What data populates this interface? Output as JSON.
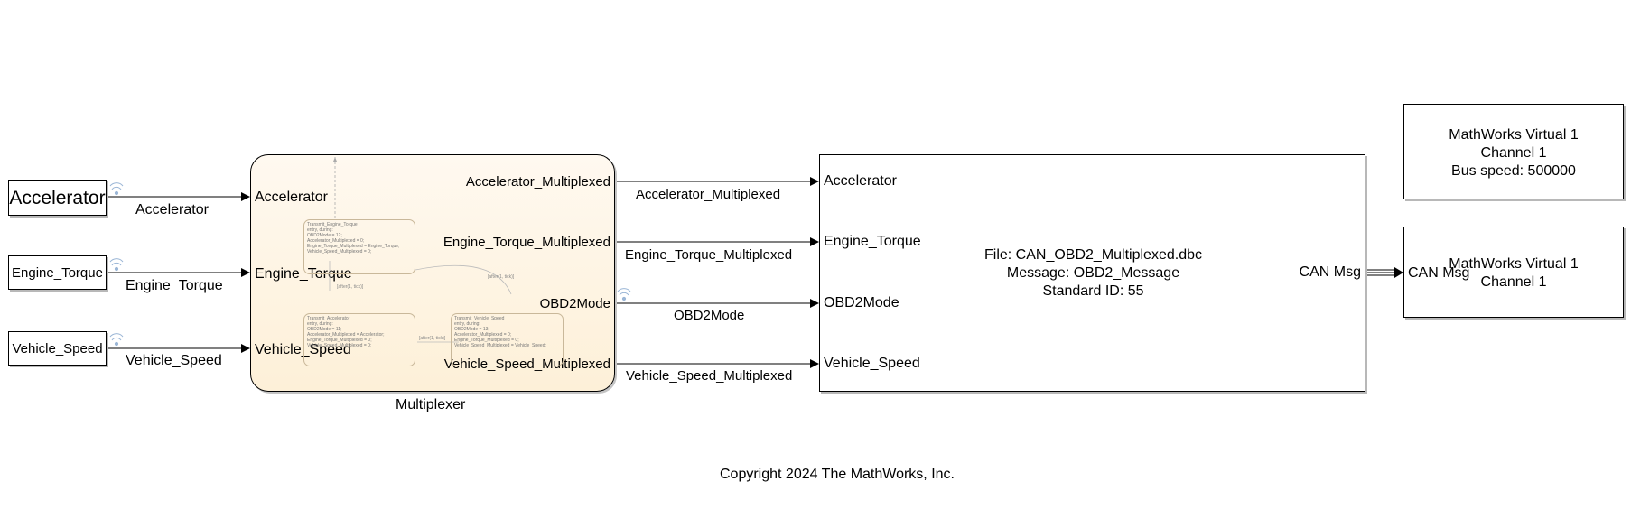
{
  "inports": [
    {
      "name": "Accelerator",
      "signal": "Accelerator"
    },
    {
      "name": "Engine_Torque",
      "signal": "Engine_Torque"
    },
    {
      "name": "Vehicle_Speed",
      "signal": "Vehicle_Speed"
    }
  ],
  "multiplexer": {
    "name": "Multiplexer",
    "inputs": [
      "Accelerator",
      "Engine_Torque",
      "Vehicle_Speed"
    ],
    "outputs": [
      "Accelerator_Multiplexed",
      "Engine_Torque_Multiplexed",
      "OBD2Mode",
      "Vehicle_Speed_Multiplexed"
    ],
    "states": [
      {
        "lines": [
          "Transmit_Engine_Torque",
          "entry, during:",
          "OBD2Mode = 12;",
          "Accelerator_Multiplexed = 0;",
          "Engine_Torque_Multiplexed = Engine_Torque;",
          "Vehicle_Speed_Multiplexed = 0;"
        ]
      },
      {
        "lines": [
          "Transmit_Accelerator",
          "entry, during:",
          "OBD2Mode = 11;",
          "Accelerator_Multiplexed = Accelerator;",
          "Engine_Torque_Multiplexed = 0;",
          "Vehicle_Speed_Multiplexed = 0;"
        ]
      },
      {
        "lines": [
          "Transmit_Vehicle_Speed",
          "entry, during:",
          "OBD2Mode = 13;",
          "Accelerator_Multiplexed = 0;",
          "Engine_Torque_Multiplexed = 0;",
          "Vehicle_Speed_Multiplexed = Vehicle_Speed;"
        ]
      }
    ],
    "transitions": [
      "[after(1, tick)]",
      "[after(1, tick)]",
      "[after(1, tick)]"
    ]
  },
  "wire_labels": [
    "Accelerator_Multiplexed",
    "Engine_Torque_Multiplexed",
    "OBD2Mode",
    "Vehicle_Speed_Multiplexed"
  ],
  "can_pack": {
    "inputs": [
      "Accelerator",
      "Engine_Torque",
      "OBD2Mode",
      "Vehicle_Speed"
    ],
    "file": "File: CAN_OBD2_Multiplexed.dbc",
    "message": "Message: OBD2_Message",
    "standard_id": "Standard ID: 55",
    "output": "CAN Msg"
  },
  "can_config": {
    "line1": "MathWorks Virtual 1",
    "line2": "Channel 1",
    "line3": "Bus speed: 500000"
  },
  "can_transmit": {
    "line1": "MathWorks Virtual 1",
    "line2": "Channel 1",
    "input": "CAN Msg"
  },
  "copyright": "Copyright 2024 The MathWorks, Inc."
}
